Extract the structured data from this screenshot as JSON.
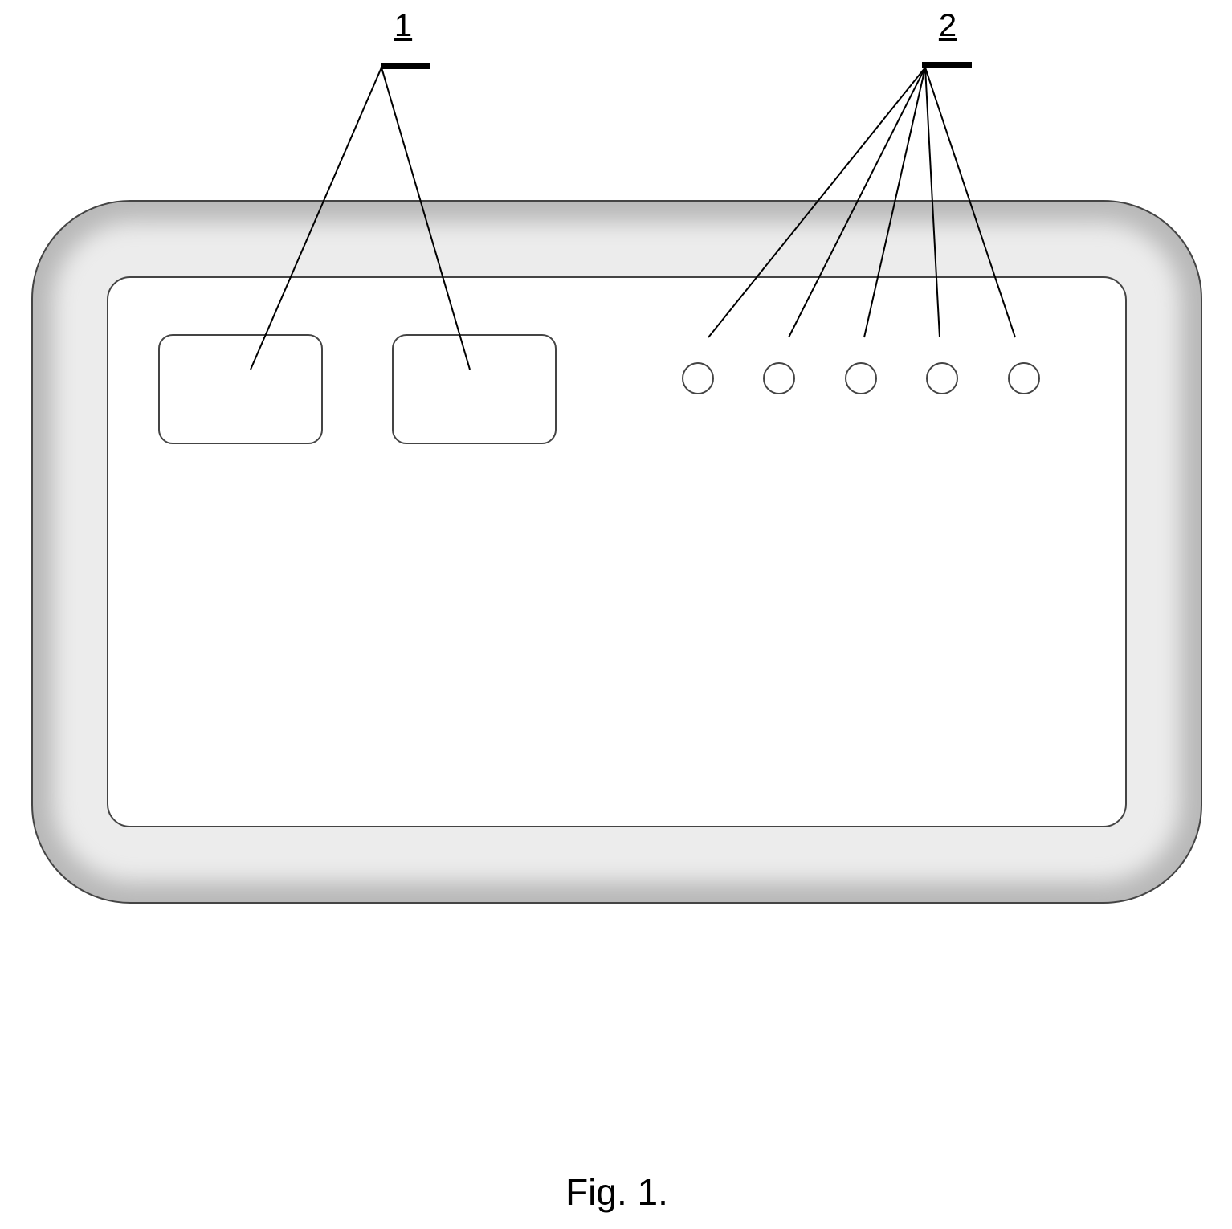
{
  "labels": {
    "ref_1": "1",
    "ref_2": "2"
  },
  "caption": "Fig. 1.",
  "colors": {
    "bezel_edge": "#b8b8b8",
    "bezel_face": "#ececec",
    "outline": "#444444",
    "screen": "#ffffff"
  }
}
